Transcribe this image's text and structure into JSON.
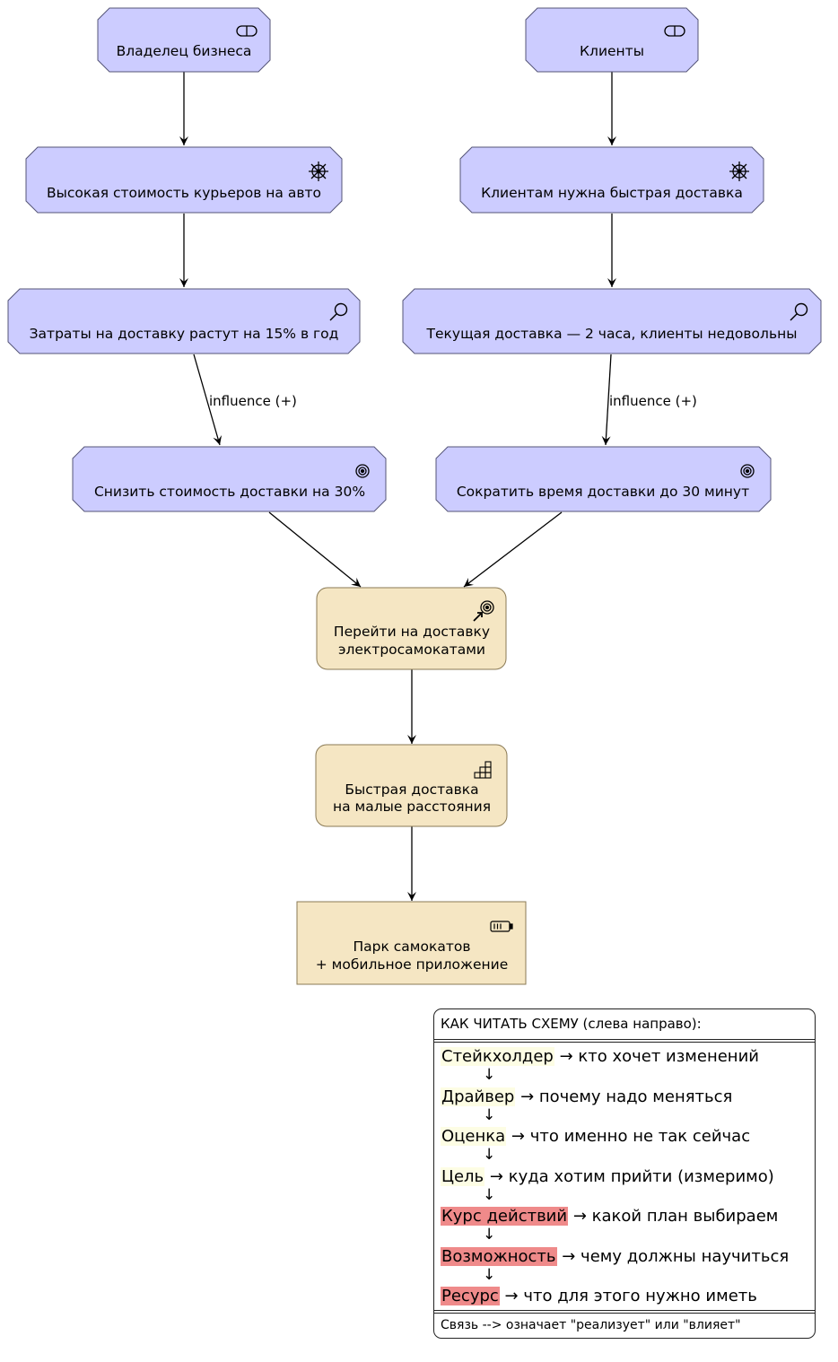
{
  "nodes": {
    "owner": "Владелец бизнеса",
    "clients": "Клиенты",
    "driver_cost": "Высокая стоимость курьеров на авто",
    "driver_speed": "Клиентам нужна быстрая доставка",
    "assessment_cost": "Затраты на доставку растут на 15% в год",
    "assessment_speed": "Текущая доставка — 2 часа, клиенты недовольны",
    "goal_cost": "Снизить стоимость доставки на 30%",
    "goal_time": "Сократить время доставки до 30 минут",
    "course_line1": "Перейти на доставку",
    "course_line2": "электросамокатами",
    "capability_line1": "Быстрая доставка",
    "capability_line2": "на малые расстояния",
    "resource_line1": "Парк самокатов",
    "resource_line2": "+ мобильное приложение"
  },
  "edges": {
    "influence_left": "influence (+)",
    "influence_right": "influence (+)"
  },
  "legend": {
    "title": "КАК ЧИТАТЬ СХЕМУ (слева направо):",
    "arrow": "↓",
    "items": [
      {
        "term": "Стейкхолдер",
        "desc": "→ кто хочет изменений"
      },
      {
        "term": "Драйвер",
        "desc": "→ почему надо меняться"
      },
      {
        "term": "Оценка",
        "desc": "→ что именно не так сейчас"
      },
      {
        "term": "Цель",
        "desc": "→ куда хотим прийти (измеримо)"
      },
      {
        "term": "Курс действий",
        "desc": "→ какой план выбираем"
      },
      {
        "term": "Возможность",
        "desc": "→ чему должны научиться"
      },
      {
        "term": "Ресурс",
        "desc": "→ что для этого нужно иметь"
      }
    ],
    "footer": "Связь --> означает \"реализует\" или \"влияет\""
  },
  "colors": {
    "motivation_fill": "#ccccff",
    "strategy_fill": "#f5e6c3",
    "highlight_yellow": "#fdfde4",
    "highlight_red": "#ef8a8a"
  },
  "icons": {
    "stakeholder": "stakeholder-icon",
    "driver": "driver-icon",
    "assessment": "assessment-icon",
    "goal": "goal-icon",
    "course": "course-of-action-icon",
    "capability": "capability-icon",
    "resource": "resource-icon"
  }
}
